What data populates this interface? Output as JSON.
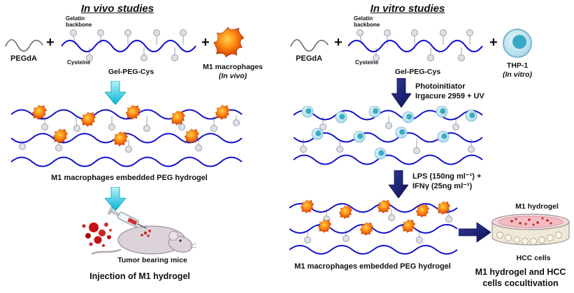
{
  "colors": {
    "polymer_wave_blue": "#1212cc",
    "cyan_arrow": "#00b5d6",
    "navy_arrow": "#141a6e",
    "m1_macrophage_orange": "#ff8912",
    "thp1_cell_blue": "#9fd4e8",
    "crosslinker_gray": "#dde1e8",
    "dish_hydrogel_pink": "#f2bcc4"
  },
  "in_vivo": {
    "title": "In vivo studies",
    "pegda": "PEGdA",
    "plus": "+",
    "gelatin_backbone": "Gelatin\nbackbone",
    "cysteine": "Cysteine",
    "gel_peg_cys": "Gel-PEG-Cys",
    "m1_label": "M1 macrophages",
    "m1_sublabel": "(In vivo)",
    "hydrogel_caption": "M1 macrophages embedded PEG hydrogel",
    "mice_caption": "Tumor bearing mice",
    "final_caption": "Injection of M1 hydrogel"
  },
  "in_vitro": {
    "title": "In vitro studies",
    "pegda": "PEGdA",
    "plus": "+",
    "gelatin_backbone": "Gelatin\nbackbone",
    "cysteine": "Cysteine",
    "gel_peg_cys": "Gel-PEG-Cys",
    "thp1_label": "THP-1",
    "thp1_sublabel": "(In vitro)",
    "step1_line1": "Photoinitiator",
    "step1_line2": "Irgacure 2959 + UV",
    "step2_line1": "LPS (150ng ml⁻¹) +",
    "step2_line2": "IFNγ (25ng ml⁻¹)",
    "hydrogel_caption": "M1 macrophages embedded PEG hydrogel",
    "dish_top_label": "M1 hydrogel",
    "dish_bottom_label": "HCC cells",
    "final_line1": "M1 hydrogel and HCC",
    "final_line2": "cells cocultivation"
  }
}
